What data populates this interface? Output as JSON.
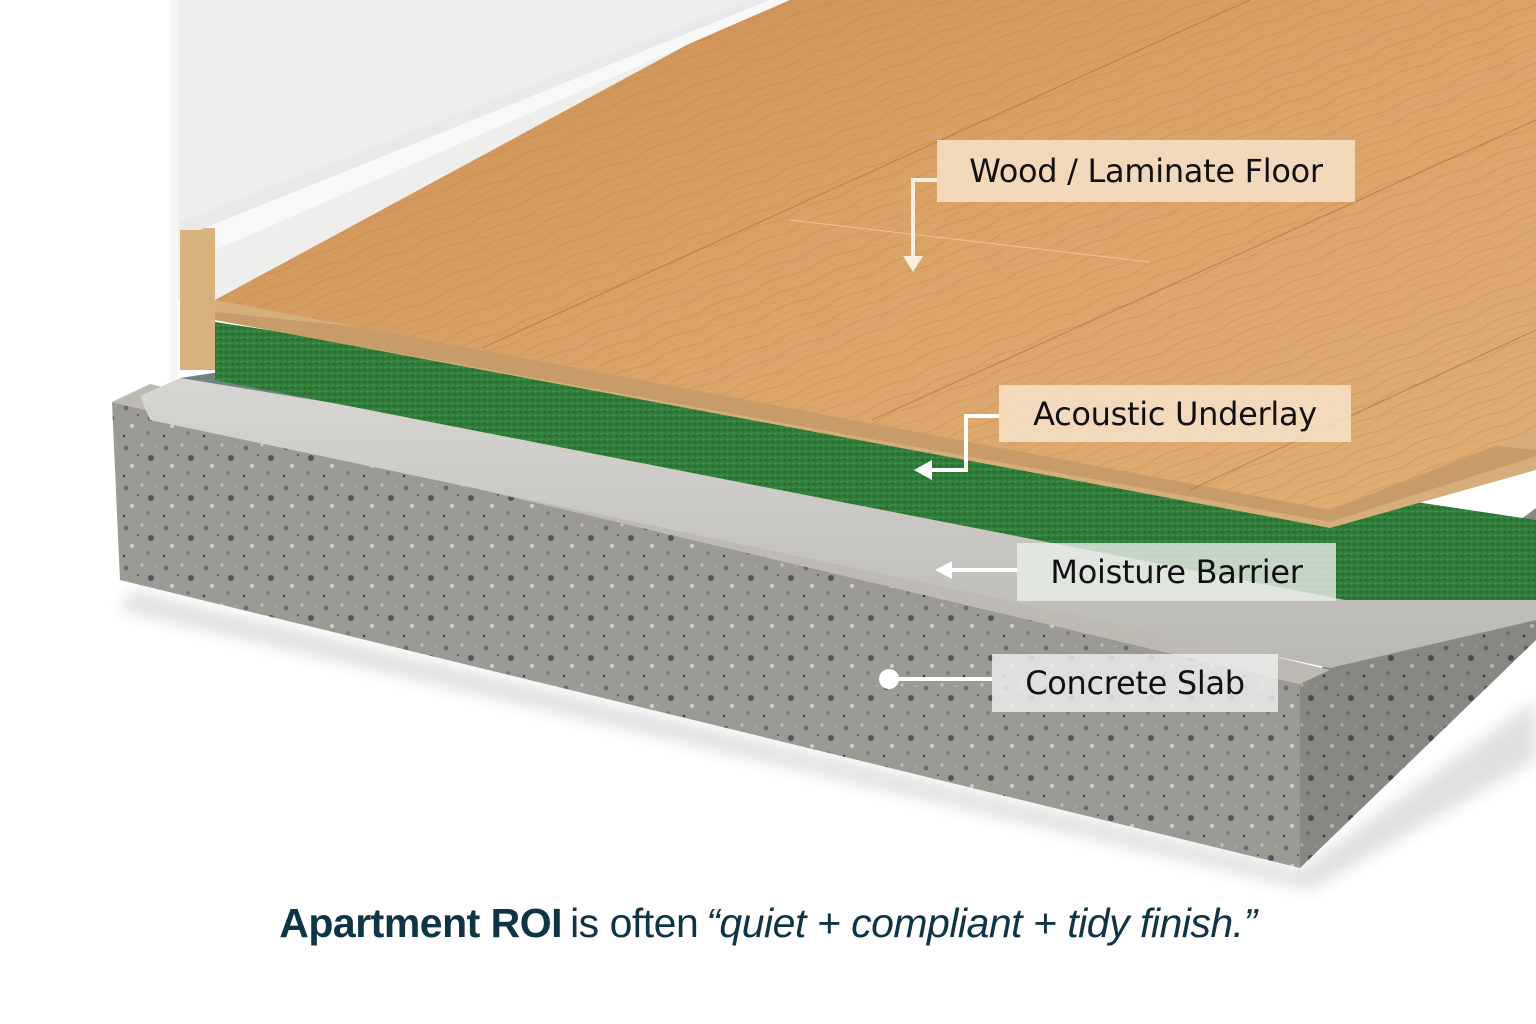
{
  "diagram": {
    "title": "Apartment floor build-up cross-section",
    "layers": [
      {
        "id": "wood",
        "label": "Wood / Laminate Floor",
        "marker": "arrow-down",
        "color": "#d9a064"
      },
      {
        "id": "underlay",
        "label": "Acoustic Underlay",
        "marker": "arrow-left",
        "color": "#2f7d3a"
      },
      {
        "id": "barrier",
        "label": "Moisture Barrier",
        "marker": "arrow-left",
        "color": "#8a9a9a"
      },
      {
        "id": "slab",
        "label": "Concrete Slab",
        "marker": "dot",
        "color": "#9a9893"
      }
    ],
    "elements": {
      "wall": "Wall",
      "skirting": "Skirting board"
    }
  },
  "caption": {
    "bold": "Apartment ROI",
    "plain": "is often",
    "quote": "“quiet + compliant + tidy finish.”",
    "color": "#0f3446"
  },
  "colors": {
    "background": "#ffffff",
    "wall": "#eeeeec",
    "skirting": "#f7f7f7",
    "wood_top": "#d9a064",
    "wood_edge": "#d8b27f",
    "underlay": "#2f7d3a",
    "barrier": "#7f9090",
    "concrete": "#9a9893",
    "leader": "#fdf2e4"
  }
}
